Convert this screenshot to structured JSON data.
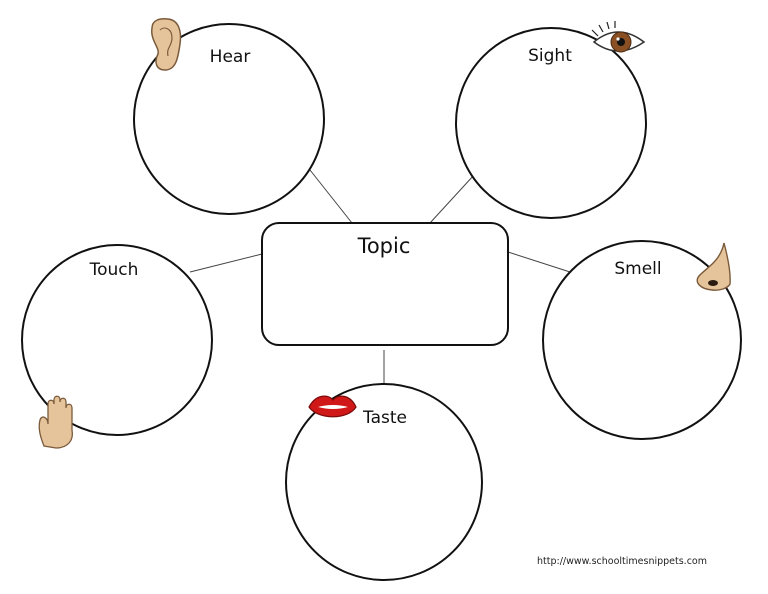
{
  "topic": {
    "label": "Topic"
  },
  "senses": [
    {
      "label": "Hear",
      "icon": "ear-icon"
    },
    {
      "label": "Sight",
      "icon": "eye-icon"
    },
    {
      "label": "Touch",
      "icon": "hand-icon"
    },
    {
      "label": "Smell",
      "icon": "nose-icon"
    },
    {
      "label": "Taste",
      "icon": "lips-icon"
    }
  ],
  "footer": {
    "url": "http://www.schooltimesnippets.com"
  },
  "colors": {
    "stroke": "#111111",
    "skin": "#e6c49b",
    "skin_outline": "#7a5a3a",
    "iris": "#8a4f22",
    "lips": "#d01818"
  }
}
